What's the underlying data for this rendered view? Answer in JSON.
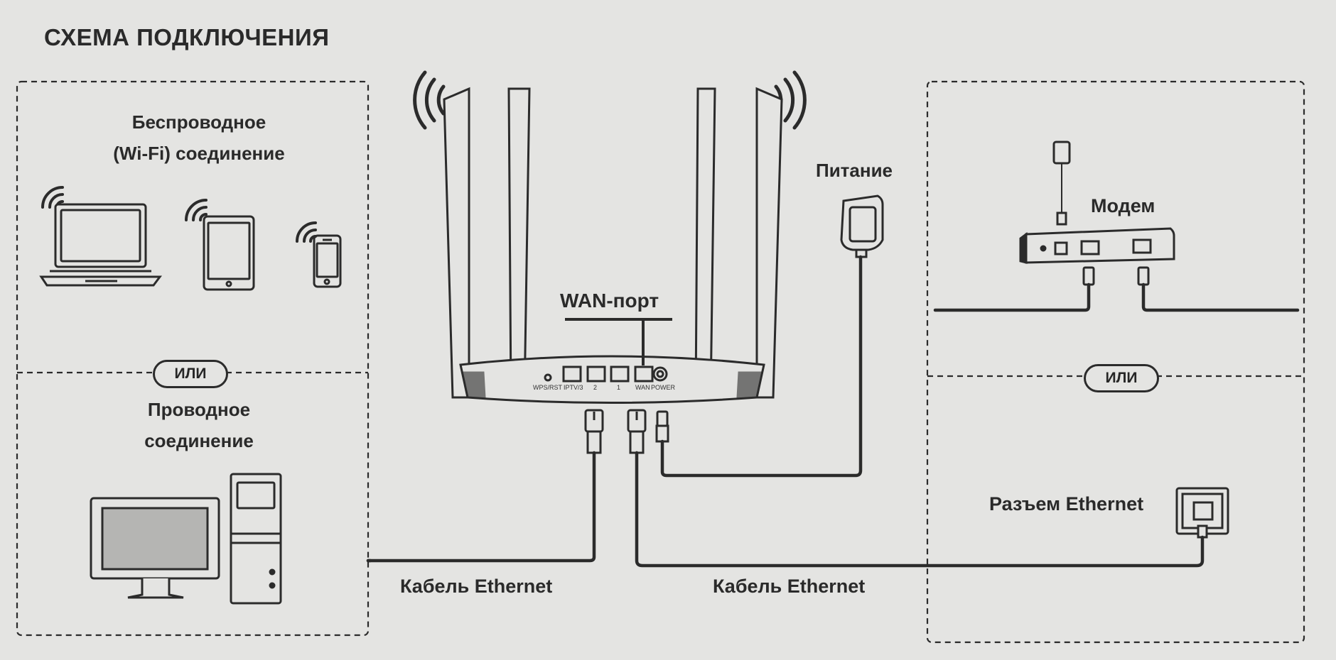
{
  "title": "СХЕМА ПОДКЛЮЧЕНИЯ",
  "wireless": {
    "line1": "Беспроводное",
    "line2": "(Wi-Fi) соединение"
  },
  "or_label": "ИЛИ",
  "wired": {
    "line1": "Проводное",
    "line2": "соединение"
  },
  "router": {
    "wan_port_label": "WAN-порт",
    "ports": [
      "WPS/RST",
      "IPTV/3",
      "2",
      "1",
      "WAN",
      "POWER"
    ]
  },
  "power_label": "Питание",
  "modem_label": "Модем",
  "ethernet_jack_label": "Разъем Ethernet",
  "cable_label_left": "Кабель Ethernet",
  "cable_label_right": "Кабель Ethernet",
  "icons": [
    "laptop-icon",
    "tablet-icon",
    "phone-icon",
    "desktop-computer-icon",
    "router-icon",
    "power-adapter-icon",
    "modem-icon",
    "ethernet-wall-jack-icon",
    "wifi-signal-icon",
    "rj45-plug-icon"
  ],
  "colors": {
    "background": "#e4e4e2",
    "line": "#2b2b2b",
    "screen": "#b5b5b3"
  }
}
